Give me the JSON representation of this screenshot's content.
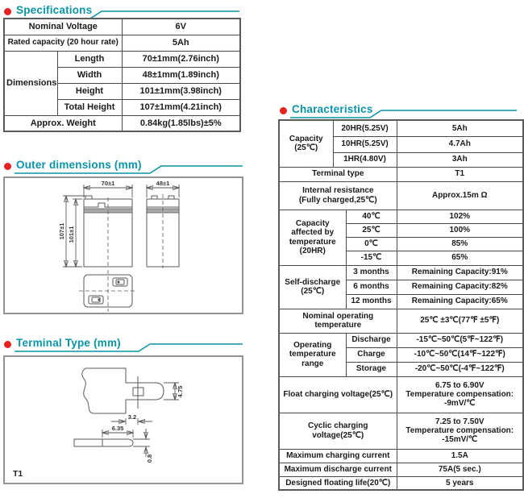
{
  "sections": {
    "specifications": {
      "title": "Specifications"
    },
    "outer_dimensions": {
      "title": "Outer dimensions  (mm)"
    },
    "terminal_type": {
      "title": "Terminal Type (mm)"
    },
    "characteristics": {
      "title": "Characteristics"
    }
  },
  "spec_table": {
    "rows": [
      {
        "label": "Nominal Voltage",
        "value": "6V"
      },
      {
        "label": "Rated capacity (20 hour rate)",
        "value": "5Ah"
      }
    ],
    "dimensions_label": "Dimensions",
    "dimension_rows": [
      {
        "label": "Length",
        "value": "70±1mm(2.76inch)"
      },
      {
        "label": "Width",
        "value": "48±1mm(1.89inch)"
      },
      {
        "label": "Height",
        "value": "101±1mm(3.98inch)"
      },
      {
        "label": "Total Height",
        "value": "107±1mm(4.21inch)"
      }
    ],
    "weight_label": "Approx. Weight",
    "weight_value": "0.84kg(1.85lbs)±5%"
  },
  "char_table": {
    "capacity": {
      "label_lines": [
        "Capacity",
        "(25℃)"
      ],
      "rows": [
        {
          "cond": "20HR(5.25V)",
          "value": "5Ah"
        },
        {
          "cond": "10HR(5.25V)",
          "value": "4.7Ah"
        },
        {
          "cond": "1HR(4.80V)",
          "value": "3Ah"
        }
      ]
    },
    "terminal": {
      "label": "Terminal type",
      "value": "T1"
    },
    "internal_resistance": {
      "label_lines": [
        "Internal resistance",
        "(Fully charged,25℃)"
      ],
      "value": "Approx.15m Ω"
    },
    "capacity_temp": {
      "label_lines": [
        "Capacity",
        "affected by",
        "temperature",
        "(20HR)"
      ],
      "rows": [
        {
          "cond": "40℃",
          "value": "102%"
        },
        {
          "cond": "25℃",
          "value": "100%"
        },
        {
          "cond": "0℃",
          "value": "85%"
        },
        {
          "cond": "-15℃",
          "value": "65%"
        }
      ]
    },
    "self_discharge": {
      "label_lines": [
        "Self-discharge",
        "(25℃)"
      ],
      "rows": [
        {
          "cond": "3 months",
          "value": "Remaining Capacity:91%"
        },
        {
          "cond": "6 months",
          "value": "Remaining Capacity:82%"
        },
        {
          "cond": "12 months",
          "value": "Remaining Capacity:65%"
        }
      ]
    },
    "nominal_temp": {
      "label_lines": [
        "Nominal operating",
        "temperature"
      ],
      "value": "25℃ ±3℃(77℉ ±5℉)"
    },
    "op_range": {
      "label_lines": [
        "Operating",
        "temperature",
        "range"
      ],
      "rows": [
        {
          "cond": "Discharge",
          "value": "-15℃~50℃(5℉~122℉)"
        },
        {
          "cond": "Charge",
          "value": "-10℃~50℃(14℉~122℉)"
        },
        {
          "cond": "Storage",
          "value": "-20℃~50℃(-4℉~122℉)"
        }
      ]
    },
    "float_charge": {
      "label": "Float charging voltage(25℃)",
      "value_lines": [
        "6.75 to 6.90V",
        "Temperature compensation:",
        "-9mV/℃"
      ]
    },
    "cyclic_charge": {
      "label": "Cyclic charging voltage(25℃)",
      "value_lines": [
        "7.25 to 7.50V",
        "Temperature compensation:",
        "-15mV/℃"
      ]
    },
    "max_charge": {
      "label": "Maximum charging current",
      "value": "1.5A"
    },
    "max_discharge": {
      "label": "Maximum discharge current",
      "value": "75A(5 sec.)"
    },
    "float_life": {
      "label": "Designed floating life(20℃)",
      "value": "5 years"
    }
  },
  "outer_drawing": {
    "front_width": "70±1",
    "side_width": "48±1",
    "total_height": "107±1",
    "case_height": "101±1"
  },
  "terminal_drawing": {
    "tab_height": "4.75",
    "hole_offset": "3.2",
    "blade_length": "6.35",
    "blade_thickness": "0.8",
    "label": "T1"
  },
  "colors": {
    "accent_teal": "#0a94a8",
    "bullet_red": "#e8211f",
    "table_border": "#4a4a4a"
  }
}
